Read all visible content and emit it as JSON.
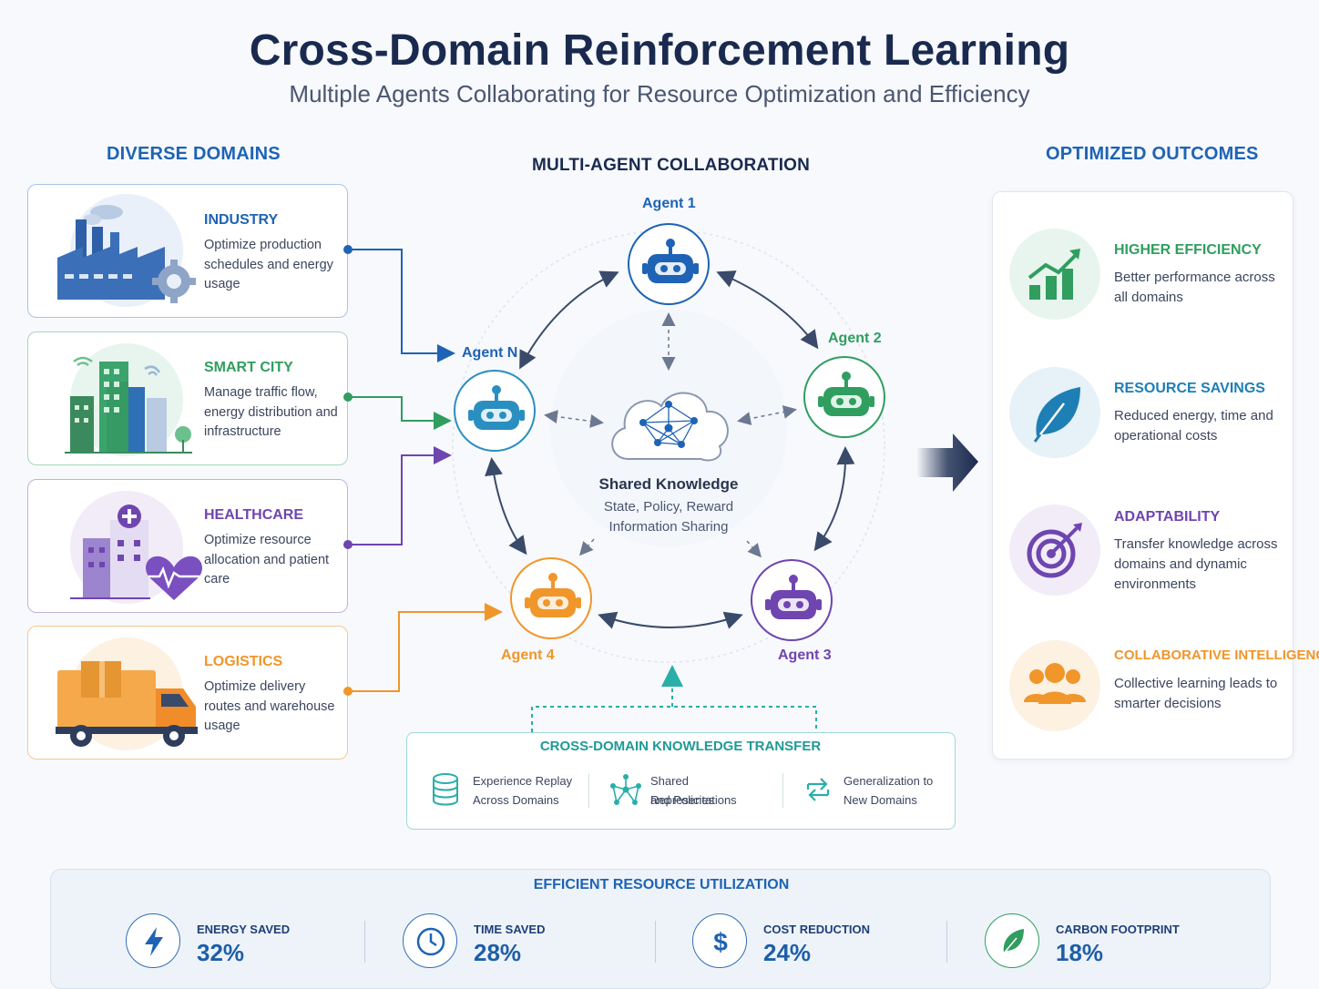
{
  "title": "Cross-Domain Reinforcement Learning",
  "subtitle": "Multiple Agents Collaborating for Resource Optimization and Efficiency",
  "domains": {
    "heading": "DIVERSE DOMAINS",
    "items": [
      {
        "title": "INDUSTRY",
        "description": "Optimize production schedules and energy usage",
        "color": "#1e63b5"
      },
      {
        "title": "SMART CITY",
        "description": "Manage traffic flow, energy distribution and infrastructure",
        "color": "#2f9e5f"
      },
      {
        "title": "HEALTHCARE",
        "description": "Optimize resource allocation and patient care",
        "color": "#6f45b0"
      },
      {
        "title": "LOGISTICS",
        "description": "Optimize delivery routes and warehouse usage",
        "color": "#f0962a"
      }
    ]
  },
  "collaboration": {
    "heading": "MULTI-AGENT COLLABORATION",
    "agents": [
      {
        "label": "Agent 1",
        "color": "#1e63b5"
      },
      {
        "label": "Agent 2",
        "color": "#2f9e5f"
      },
      {
        "label": "Agent 3",
        "color": "#6f45b0"
      },
      {
        "label": "Agent 4",
        "color": "#f0962a"
      },
      {
        "label": "Agent N",
        "color": "#2a8fc0"
      }
    ],
    "shared": {
      "title": "Shared Knowledge",
      "line1": "State, Policy, Reward",
      "line2": "Information Sharing"
    }
  },
  "transfer": {
    "heading": "CROSS-DOMAIN KNOWLEDGE TRANSFER",
    "items": [
      {
        "line1": "Experience Replay",
        "line2": "Across Domains",
        "icon": "database-icon"
      },
      {
        "line1": "Shared Representations",
        "line2": "and Policies",
        "icon": "network-icon"
      },
      {
        "line1": "Generalization to",
        "line2": "New Domains",
        "icon": "transfer-arrows-icon"
      }
    ]
  },
  "outcomes": {
    "heading": "OPTIMIZED OUTCOMES",
    "items": [
      {
        "title": "HIGHER EFFICIENCY",
        "description": "Better performance across all domains",
        "color": "#2f9e5f"
      },
      {
        "title": "RESOURCE SAVINGS",
        "description": "Reduced energy, time and operational costs",
        "color": "#1e7fb5"
      },
      {
        "title": "ADAPTABILITY",
        "description": "Transfer knowledge across domains and dynamic environments",
        "color": "#6f45b0"
      },
      {
        "title": "COLLABORATIVE INTELLIGENCE",
        "description": "Collective learning leads to smarter decisions",
        "color": "#f0962a"
      }
    ]
  },
  "resources": {
    "heading": "EFFICIENT RESOURCE UTILIZATION",
    "metrics": [
      {
        "label": "ENERGY SAVED",
        "value": "32%",
        "icon": "lightning-icon"
      },
      {
        "label": "TIME SAVED",
        "value": "28%",
        "icon": "clock-icon"
      },
      {
        "label": "COST REDUCTION",
        "value": "24%",
        "icon": "dollar-icon"
      },
      {
        "label": "CARBON FOOTPRINT",
        "value": "18%",
        "icon": "leaf-icon"
      }
    ]
  }
}
